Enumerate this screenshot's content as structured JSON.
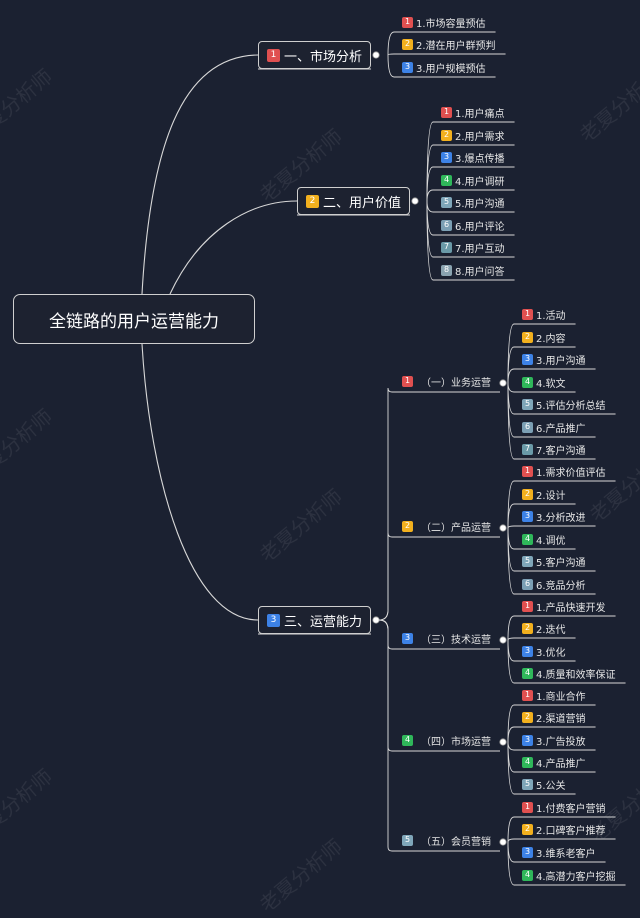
{
  "root": "全链路的用户运营能力",
  "watermark": "老夏分析师",
  "colors": {
    "background": "#1b2131",
    "line": "#d8d8d8",
    "badge_1": "#e05050",
    "badge_2": "#f2b01e",
    "badge_3": "#3d82e6",
    "badge_4": "#2fb75a",
    "badge_5_to_8": "#7fa6b9"
  },
  "branches": [
    {
      "num": "1",
      "label": "一、市场分析",
      "items": [
        {
          "num": "1",
          "text": "1.市场容量预估"
        },
        {
          "num": "2",
          "text": "2.潜在用户群预判"
        },
        {
          "num": "3",
          "text": "3.用户规模预估"
        }
      ]
    },
    {
      "num": "2",
      "label": "二、用户价值",
      "items": [
        {
          "num": "1",
          "text": "1.用户痛点"
        },
        {
          "num": "2",
          "text": "2.用户需求"
        },
        {
          "num": "3",
          "text": "3.爆点传播"
        },
        {
          "num": "4",
          "text": "4.用户调研"
        },
        {
          "num": "5",
          "text": "5.用户沟通"
        },
        {
          "num": "6",
          "text": "6.用户评论"
        },
        {
          "num": "7",
          "text": "7.用户互动"
        },
        {
          "num": "8",
          "text": "8.用户问答"
        }
      ]
    },
    {
      "num": "3",
      "label": "三、运营能力",
      "subtopics": [
        {
          "num": "1",
          "label": "（一）业务运营",
          "items": [
            {
              "num": "1",
              "text": "1.活动"
            },
            {
              "num": "2",
              "text": "2.内容"
            },
            {
              "num": "3",
              "text": "3.用户沟通"
            },
            {
              "num": "4",
              "text": "4.软文"
            },
            {
              "num": "5",
              "text": "5.评估分析总结"
            },
            {
              "num": "6",
              "text": "6.产品推广"
            },
            {
              "num": "7",
              "text": "7.客户沟通"
            }
          ]
        },
        {
          "num": "2",
          "label": "（二）产品运营",
          "items": [
            {
              "num": "1",
              "text": "1.需求价值评估"
            },
            {
              "num": "2",
              "text": "2.设计"
            },
            {
              "num": "3",
              "text": "3.分析改进"
            },
            {
              "num": "4",
              "text": "4.调优"
            },
            {
              "num": "5",
              "text": "5.客户沟通"
            },
            {
              "num": "6",
              "text": "6.竞品分析"
            }
          ]
        },
        {
          "num": "3",
          "label": "（三）技术运营",
          "items": [
            {
              "num": "1",
              "text": "1.产品快速开发"
            },
            {
              "num": "2",
              "text": "2.迭代"
            },
            {
              "num": "3",
              "text": "3.优化"
            },
            {
              "num": "4",
              "text": "4.质量和效率保证"
            }
          ]
        },
        {
          "num": "4",
          "label": "（四）市场运营",
          "items": [
            {
              "num": "1",
              "text": "1.商业合作"
            },
            {
              "num": "2",
              "text": "2.渠道营销"
            },
            {
              "num": "3",
              "text": "3.广告投放"
            },
            {
              "num": "4",
              "text": "4.产品推广"
            },
            {
              "num": "5",
              "text": "5.公关"
            }
          ]
        },
        {
          "num": "5",
          "label": "（五）会员营销",
          "items": [
            {
              "num": "1",
              "text": "1.付费客户营销"
            },
            {
              "num": "2",
              "text": "2.口碑客户推荐"
            },
            {
              "num": "3",
              "text": "3.维系老客户"
            },
            {
              "num": "4",
              "text": "4.高潜力客户挖掘"
            }
          ]
        }
      ]
    }
  ]
}
